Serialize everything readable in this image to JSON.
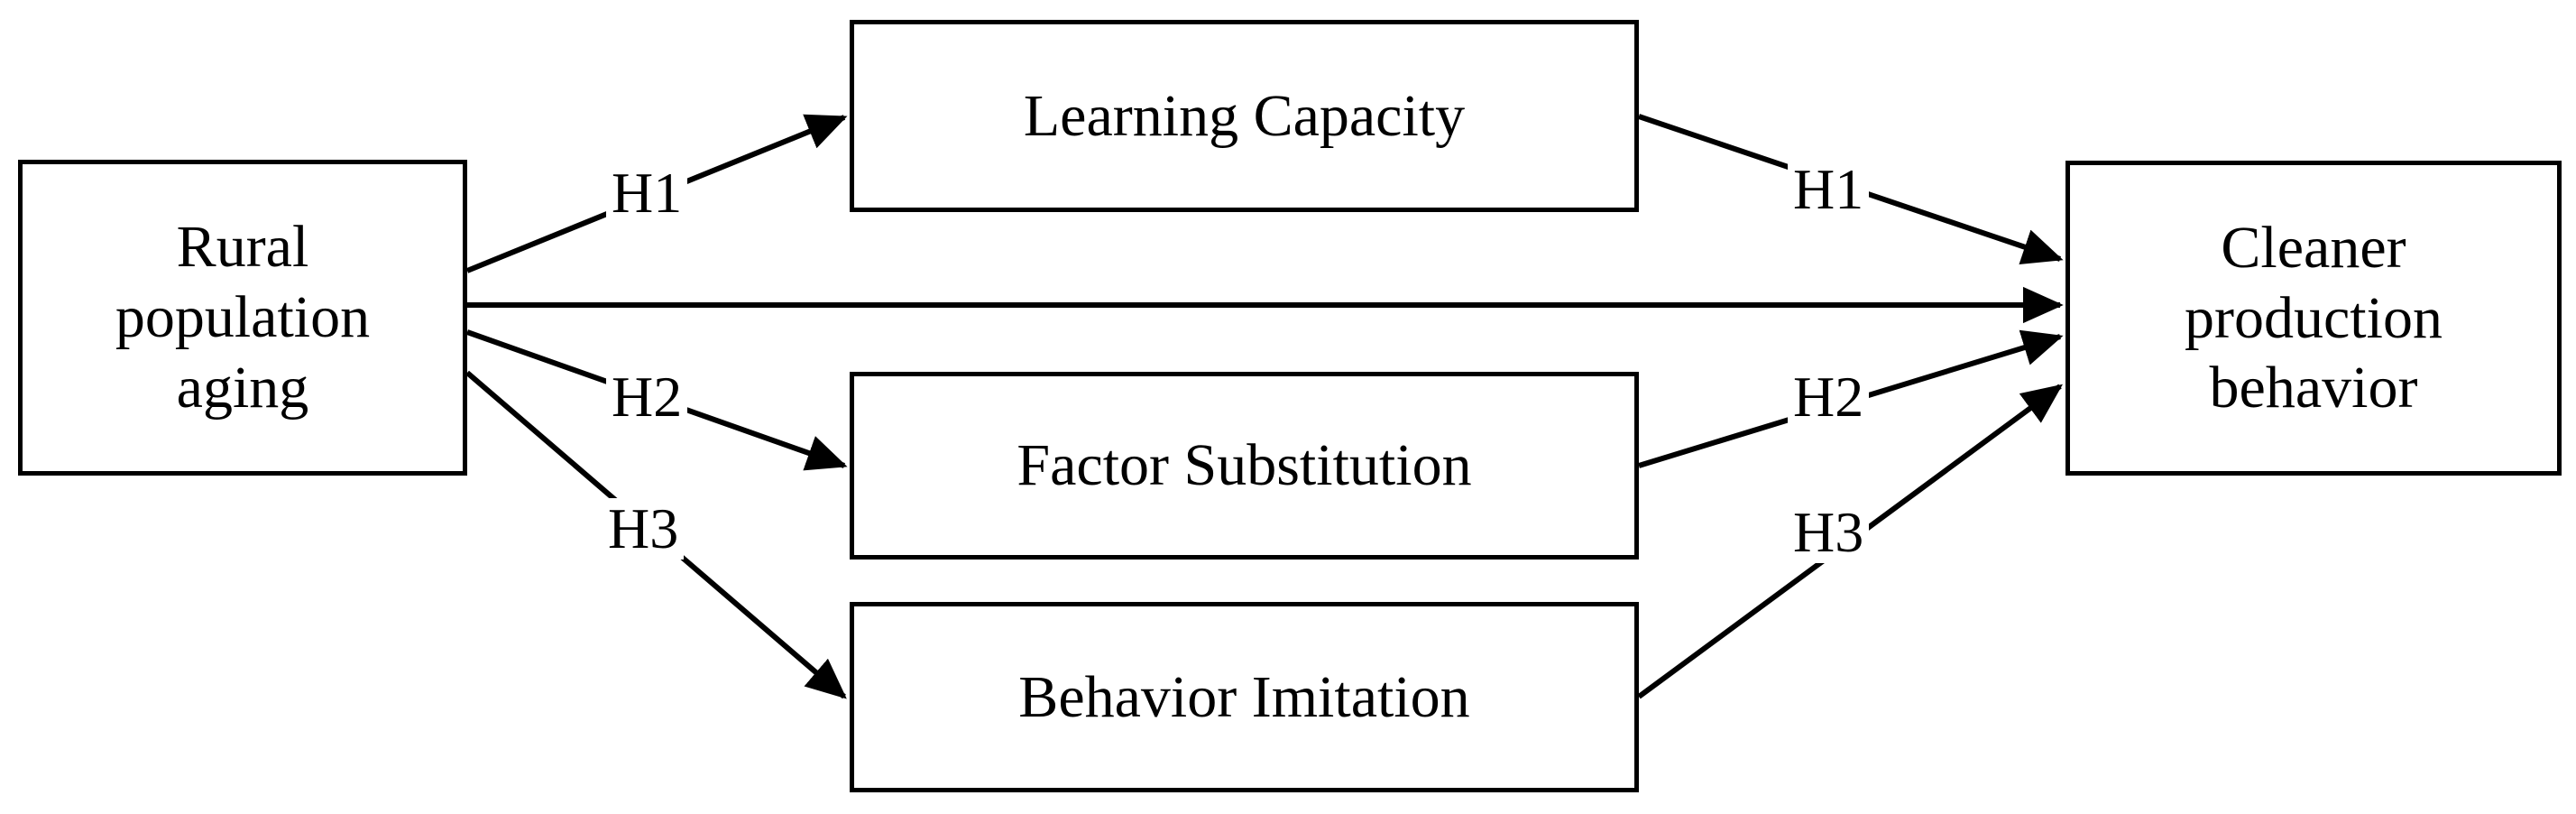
{
  "diagram": {
    "type": "mediation-path-model",
    "background_color": "#ffffff",
    "stroke_color": "#000000",
    "nodes": [
      {
        "id": "rural-population-aging",
        "label": "Rural\npopulation\naging",
        "role": "independent-variable"
      },
      {
        "id": "learning-capacity",
        "label": "Learning Capacity",
        "role": "mediator"
      },
      {
        "id": "factor-substitution",
        "label": "Factor Substitution",
        "role": "mediator"
      },
      {
        "id": "behavior-imitation",
        "label": "Behavior Imitation",
        "role": "mediator"
      },
      {
        "id": "cleaner-production-behavior",
        "label": "Cleaner\nproduction\nbehavior",
        "role": "dependent-variable"
      }
    ],
    "edges": [
      {
        "id": "h1-a",
        "label": "H1",
        "from": "rural-population-aging",
        "to": "learning-capacity"
      },
      {
        "id": "h1-b",
        "label": "H1",
        "from": "learning-capacity",
        "to": "cleaner-production-behavior"
      },
      {
        "id": "direct",
        "label": "",
        "from": "rural-population-aging",
        "to": "cleaner-production-behavior"
      },
      {
        "id": "h2-a",
        "label": "H2",
        "from": "rural-population-aging",
        "to": "factor-substitution"
      },
      {
        "id": "h2-b",
        "label": "H2",
        "from": "factor-substitution",
        "to": "cleaner-production-behavior"
      },
      {
        "id": "h3-a",
        "label": "H3",
        "from": "rural-population-aging",
        "to": "behavior-imitation"
      },
      {
        "id": "h3-b",
        "label": "H3",
        "from": "behavior-imitation",
        "to": "cleaner-production-behavior"
      }
    ]
  },
  "labels": {
    "h1_left": "H1",
    "h2_left": "H2",
    "h3_left": "H3",
    "h1_right": "H1",
    "h2_right": "H2",
    "h3_right": "H3"
  },
  "nodes": {
    "rural_population_aging": "Rural\npopulation\naging",
    "learning_capacity": "Learning Capacity",
    "factor_substitution": "Factor Substitution",
    "behavior_imitation": "Behavior Imitation",
    "cleaner_production_behavior": "Cleaner\nproduction\nbehavior"
  }
}
